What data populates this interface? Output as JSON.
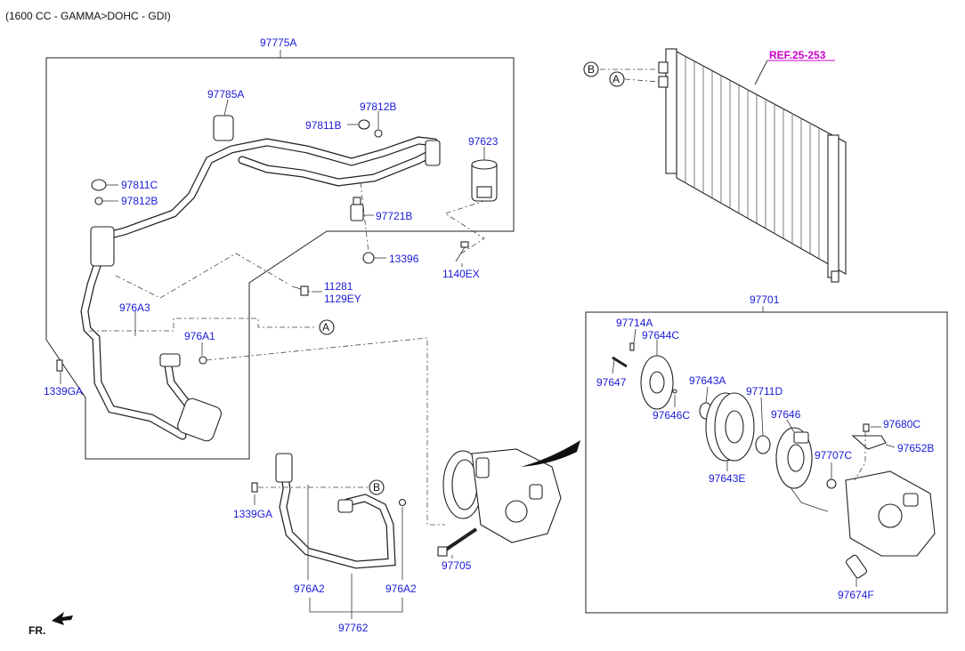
{
  "header": {
    "engine": "(1600 CC - GAMMA>DOHC - GDI)"
  },
  "reference": {
    "label": "REF.25-253",
    "color": "#cc00cc"
  },
  "colors": {
    "part_label": "#1a1ad6",
    "line": "#222222"
  },
  "callouts": {
    "a": "A",
    "b": "B"
  },
  "labels": {
    "p97775A": "97775A",
    "p97785A": "97785A",
    "p97812B_top": "97812B",
    "p97811B": "97811B",
    "p97623": "97623",
    "p97811C": "97811C",
    "p97812B_left": "97812B",
    "p97721B": "97721B",
    "p13396": "13396",
    "p1140EX": "1140EX",
    "p11281": "11281",
    "p1129EY": "1129EY",
    "p976A3": "976A3",
    "p976A1": "976A1",
    "p1339GA_left": "1339GA",
    "p1339GA_mid": "1339GA",
    "p976A2_left": "976A2",
    "p976A2_right": "976A2",
    "p97762": "97762",
    "p97705": "97705",
    "p97701": "97701",
    "p97714A": "97714A",
    "p97644C": "97644C",
    "p97647": "97647",
    "p97643A": "97643A",
    "p97711D": "97711D",
    "p97646C": "97646C",
    "p97646": "97646",
    "p97680C": "97680C",
    "p97652B": "97652B",
    "p97707C": "97707C",
    "p97643E": "97643E",
    "p97674F": "97674F"
  },
  "footer": {
    "front_label": "FR."
  }
}
